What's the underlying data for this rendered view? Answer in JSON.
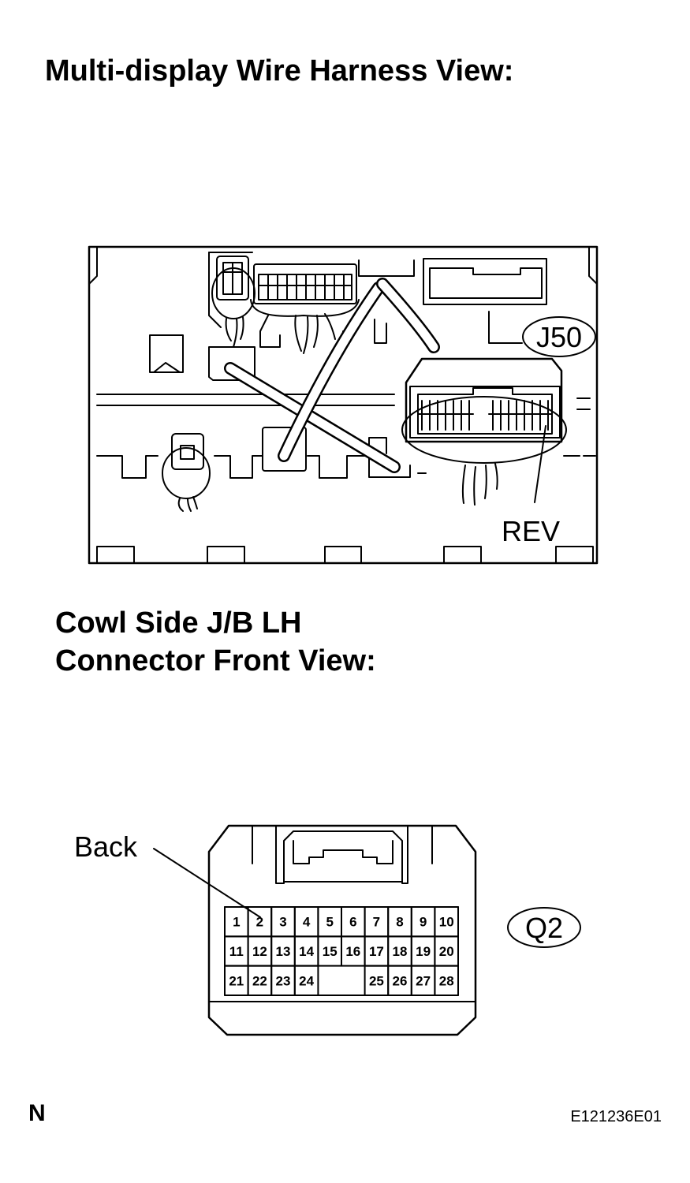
{
  "titles": {
    "harness_view": "Multi-display Wire Harness View:",
    "jb_line1": "Cowl Side J/B LH",
    "jb_line2": "Connector Front View:"
  },
  "labels": {
    "connector_j50": "J50",
    "pin_rev": "REV",
    "connector_q2": "Q2",
    "back": "Back"
  },
  "pins": {
    "row1": [
      "1",
      "2",
      "3",
      "4",
      "5",
      "6",
      "7",
      "8",
      "9",
      "10"
    ],
    "row2": [
      "11",
      "12",
      "13",
      "14",
      "15",
      "16",
      "17",
      "18",
      "19",
      "20"
    ],
    "row3_left": [
      "21",
      "22",
      "23",
      "24"
    ],
    "row3_right": [
      "25",
      "26",
      "27",
      "28"
    ]
  },
  "footer": {
    "left": "N",
    "code": "E121236E01"
  }
}
